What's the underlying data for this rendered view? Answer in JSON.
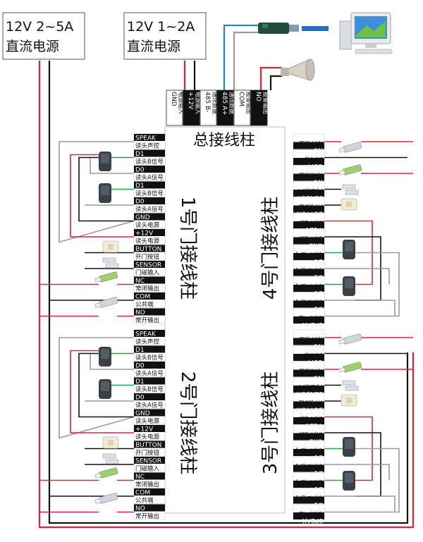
{
  "power": {
    "main": {
      "voltage": "12V 2~5A",
      "label": "直流电源"
    },
    "controller": {
      "voltage": "12V 1~2A",
      "label": "直流电源"
    }
  },
  "top_terminals": [
    {
      "code": "GND",
      "desc": "电源输入"
    },
    {
      "code": "+12V",
      "desc": "电源输入"
    },
    {
      "code": "485 B-",
      "desc": "通讯数据"
    },
    {
      "code": "485 A+",
      "desc": "通讯数据"
    },
    {
      "code": "COM",
      "desc": "报警输出"
    },
    {
      "code": "NO",
      "desc": "报警输出"
    }
  ],
  "main_title": "总接线柱",
  "left_terminals": [
    {
      "code": "SPEAK",
      "desc": "读头声控"
    },
    {
      "code": "D1",
      "desc": "读头B信号"
    },
    {
      "code": "D0",
      "desc": "读头A信号"
    },
    {
      "code": "D1",
      "desc": "读头B信号"
    },
    {
      "code": "D0",
      "desc": "读头A信号"
    },
    {
      "code": "GND",
      "desc": "读头电源"
    },
    {
      "code": "+12V",
      "desc": "读头电源"
    },
    {
      "code": "BUTTON",
      "desc": "开门按钮"
    },
    {
      "code": "SENSOR",
      "desc": "门磁输入"
    },
    {
      "code": "NC",
      "desc": "常闭输出"
    },
    {
      "code": "COM",
      "desc": "公共端"
    },
    {
      "code": "NO",
      "desc": "常开输出"
    }
  ],
  "right_terminals": [
    {
      "code": "NO",
      "desc": "常开输出"
    },
    {
      "code": "COM",
      "desc": "公共端"
    },
    {
      "code": "NC",
      "desc": "常闭输出"
    },
    {
      "code": "SENSOR",
      "desc": "门磁输入"
    },
    {
      "code": "BUTTON",
      "desc": "开门按钮"
    },
    {
      "code": "+12V",
      "desc": "读头电源"
    },
    {
      "code": "GND",
      "desc": "读头电源"
    },
    {
      "code": "D0",
      "desc": "读头A信号"
    },
    {
      "code": "D1",
      "desc": "读头B信号"
    },
    {
      "code": "D0",
      "desc": "读头A信号"
    },
    {
      "code": "D1",
      "desc": "读头B信号"
    },
    {
      "code": "SPEAK",
      "desc": "读头声控"
    }
  ],
  "door_labels": {
    "door1": "1号门接线柱",
    "door2": "2号门接线柱",
    "door3": "3号门接线柱",
    "door4": "4号门接线柱"
  },
  "colors": {
    "red": "#e0223c",
    "black": "#111111",
    "gray": "#9a9a9a",
    "green": "#1ea84a",
    "blue": "#1b86d1",
    "terminal_bg": "#111111",
    "reader": "#3a4048"
  },
  "icons": [
    "computer-icon",
    "rs485-converter-icon",
    "alarm-siren-icon",
    "card-reader-icon",
    "exit-button-icon",
    "door-sensor-icon",
    "electric-lock-icon"
  ]
}
